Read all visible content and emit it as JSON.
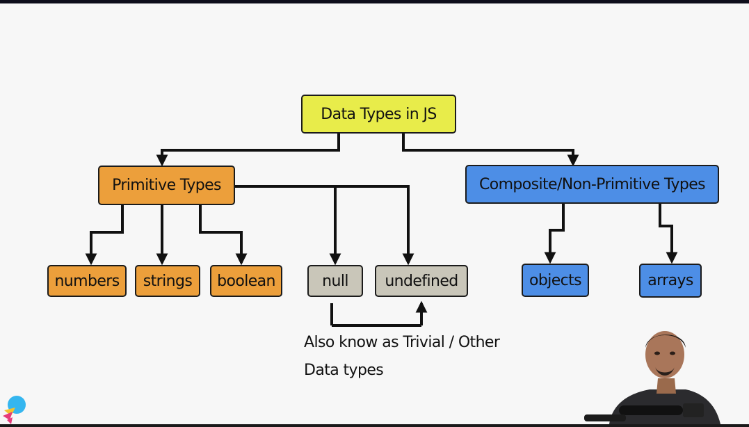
{
  "diagram": {
    "root": "Data Types in JS",
    "primitive": {
      "title": "Primitive Types",
      "children": [
        "numbers",
        "strings",
        "boolean"
      ],
      "trivial": [
        "null",
        "undefined"
      ]
    },
    "composite": {
      "title": "Composite/Non-Primitive Types",
      "children": [
        "objects",
        "arrays"
      ]
    },
    "note": {
      "line1": "Also know as Trivial / Other",
      "line2": "Data types"
    }
  },
  "colors": {
    "root": "#e8ec4a",
    "primitive": "#ec9f3b",
    "composite": "#4d8ee6",
    "trivial": "#c9c6b9"
  }
}
